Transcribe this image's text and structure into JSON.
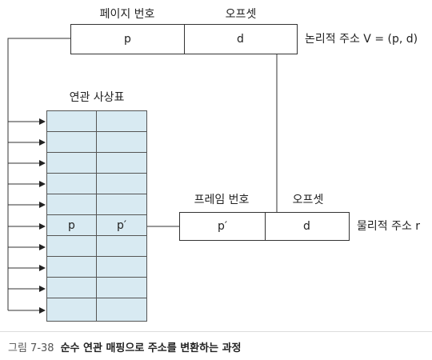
{
  "logical_address": {
    "page_number_label": "페이지 번호",
    "offset_label": "오프셋",
    "page_cell": "p",
    "offset_cell": "d",
    "caption": "논리적 주소 V = (p, d)"
  },
  "associative_table": {
    "title": "연관 사상표",
    "rows": [
      [
        "",
        ""
      ],
      [
        "",
        ""
      ],
      [
        "",
        ""
      ],
      [
        "",
        ""
      ],
      [
        "",
        ""
      ],
      [
        "p",
        "p′"
      ],
      [
        "",
        ""
      ],
      [
        "",
        ""
      ],
      [
        "",
        ""
      ],
      [
        "",
        ""
      ]
    ]
  },
  "physical_address": {
    "frame_number_label": "프레임 번호",
    "offset_label": "오프셋",
    "frame_cell": "p′",
    "offset_cell": "d",
    "caption": "물리적 주소 r"
  },
  "figure_caption": {
    "number": "그림 7-38",
    "title": "순수 연관 매핑으로 주소를 변환하는 과정"
  }
}
